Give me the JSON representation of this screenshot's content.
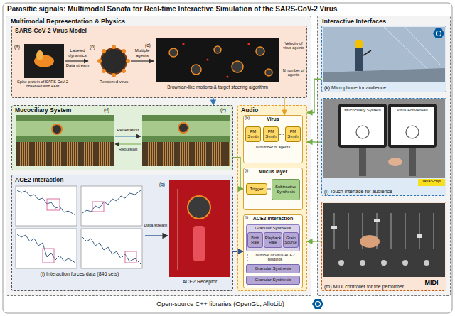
{
  "diagram": {
    "title": "Parasitic signals: Multimodal Sonata for Real-time Interactive Simulation of the SARS-CoV-2 Virus",
    "nodes": [
      {
        "text": [
          "Multimodal Representation & Physics"
        ]
      },
      {
        "text": [
          "SARS-CoV-2 Virus Model"
        ],
        "in": 0
      },
      {
        "text": [
          "Mucociliary System"
        ],
        "in": 0
      },
      {
        "text": [
          "ACE2 Interaction"
        ],
        "in": 0
      },
      {
        "text": [
          "Audio"
        ],
        "in": 0
      },
      {
        "text": [
          "Virus"
        ],
        "in": 4
      },
      {
        "text": [
          "FM Synth"
        ],
        "in": 5
      },
      {
        "text": [
          "FM Synth"
        ],
        "in": 5
      },
      {
        "text": [
          "FM Synth"
        ],
        "in": 5
      },
      {
        "text": [
          "Mucus layer"
        ],
        "in": 4
      },
      {
        "text": [
          "Trigger"
        ],
        "in": 9
      },
      {
        "text": [
          "Subtractive Synthesis"
        ],
        "in": 9
      },
      {
        "text": [
          "ACE2 Interaction"
        ],
        "in": 4
      },
      {
        "text": [
          "Granular Synthesis"
        ],
        "in": 12
      },
      {
        "text": [
          "Birth Rate"
        ],
        "in": 13
      },
      {
        "text": [
          "Playback Rate"
        ],
        "in": 13
      },
      {
        "text": [
          "Grain Source"
        ],
        "in": 13
      },
      {
        "text": [
          "Granular Synthesis"
        ],
        "in": 12
      },
      {
        "text": [
          "Granular Synthesis"
        ],
        "in": 12
      },
      {
        "text": [
          "Interactive Interfaces"
        ]
      },
      {
        "text": [
          "(k) Microphone for audience"
        ],
        "in": 19
      },
      {
        "text": [
          "(l) Touch interface for audience"
        ],
        "in": 19
      },
      {
        "text": [
          "(m) MIDI controller for the performer"
        ],
        "in": 19
      }
    ],
    "edges": [
      {
        "from": 1,
        "to": 5,
        "arrow": "to"
      },
      {
        "from": 1,
        "to": 2,
        "arrow": "to"
      },
      {
        "from": 2,
        "to": 9,
        "arrow": "to"
      },
      {
        "from": 3,
        "to": 12,
        "arrow": "to"
      },
      {
        "from": 20,
        "to": 4,
        "arrow": "to"
      },
      {
        "from": 21,
        "to": 4,
        "arrow": "to"
      },
      {
        "from": 22,
        "to": 4,
        "arrow": "to"
      }
    ],
    "labels": [
      "(a)",
      "Spike protein of SARS-CoV-2 observed with AFM",
      "Labeled dynamics",
      "Data stream",
      "(b)",
      "Rendered virus",
      "Multiple agents",
      "(c)",
      "Brownian-like motions & target steering algorithm",
      "Velocity of virus agents",
      "N number of agents",
      "(d)",
      "(e)",
      "Penetration",
      "Repulsion",
      "(f) Interaction forces data (846 sets)",
      "Data stream",
      "(g)",
      "ACE2 Receptor",
      "(h)",
      "N number of agents",
      "(i)",
      "(j)",
      "Number of virus-ACE2 bindings",
      "Mucociliary System",
      "Virus Activeness",
      "JavaScript",
      "MIDI",
      "Open-source C++ libraries (OpenGL, AlloLib)"
    ]
  }
}
